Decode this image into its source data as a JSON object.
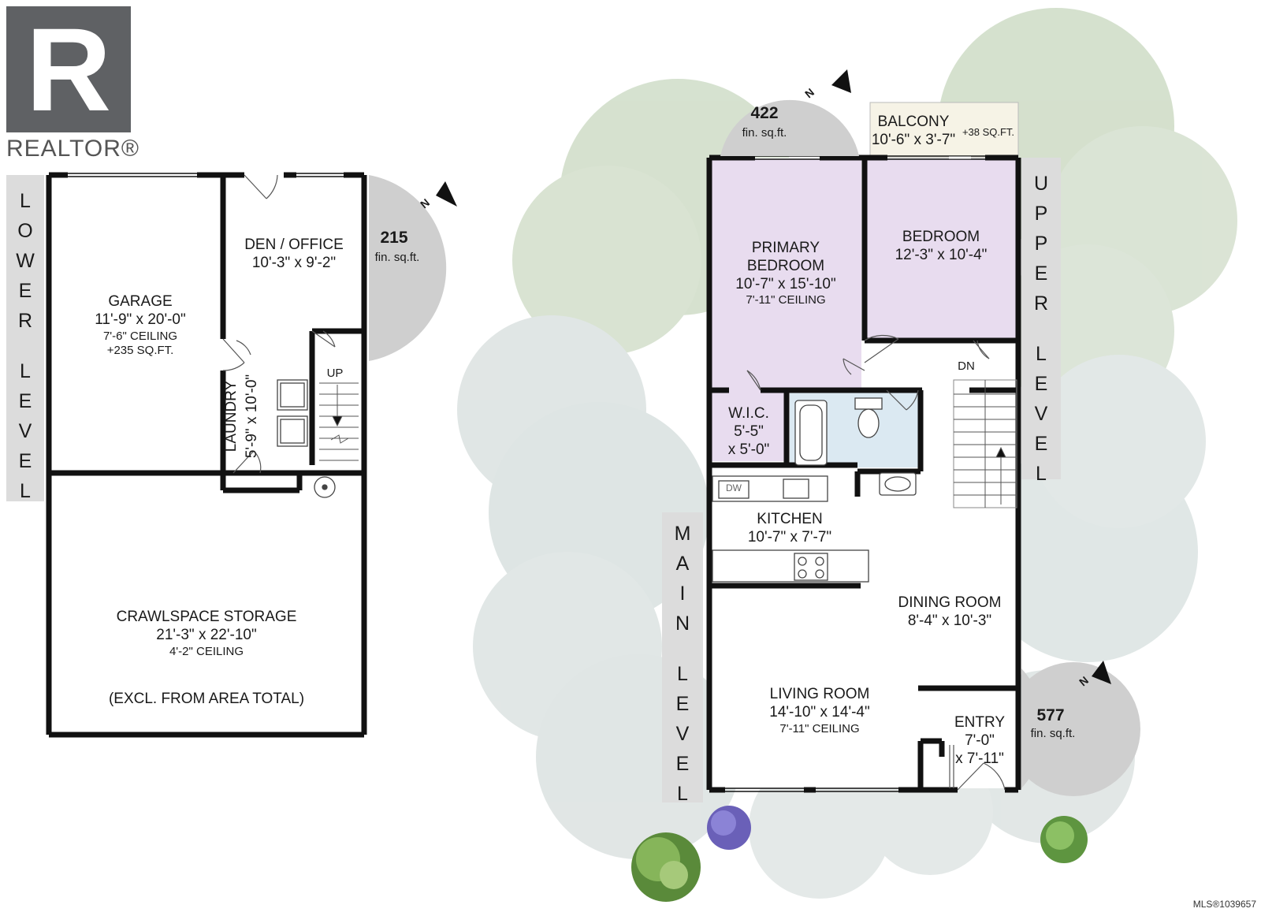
{
  "brand": {
    "logo_letter": "R",
    "wordmark": "REALTOR®",
    "mls": "MLS®1039657"
  },
  "compass_letter": "N",
  "levels": {
    "lower": {
      "word1": "LOWER",
      "word2": "LEVEL",
      "area_value": "215",
      "area_unit": "fin. sq.ft."
    },
    "upper": {
      "word1": "UPPER",
      "word2": "LEVEL",
      "area_value": "422",
      "area_unit": "fin. sq.ft."
    },
    "main": {
      "word1": "MAIN",
      "word2": "LEVEL",
      "area_value": "577",
      "area_unit": "fin. sq.ft."
    }
  },
  "rooms": {
    "garage": {
      "name": "GARAGE",
      "dims": "11'-9\" x 20'-0\"",
      "ceiling": "7'-6\" CEILING",
      "extra": "+235 SQ.FT."
    },
    "den": {
      "name": "DEN / OFFICE",
      "dims": "10'-3\" x 9'-2\""
    },
    "laundry": {
      "name": "LAUNDRY",
      "dims": "5'-9\" x 10'-0\""
    },
    "stairs_up": "UP",
    "crawlspace": {
      "name": "CRAWLSPACE STORAGE",
      "dims": "21'-3\" x 22'-10\"",
      "ceiling": "4'-2\" CEILING",
      "note": "(EXCL. FROM AREA TOTAL)"
    },
    "balcony": {
      "name": "BALCONY",
      "dims": "10'-6\" x 3'-7\"",
      "extra": "+38 SQ.FT."
    },
    "primary_bedroom": {
      "name_line1": "PRIMARY",
      "name_line2": "BEDROOM",
      "dims": "10'-7\" x 15'-10\"",
      "ceiling": "7'-11\" CEILING"
    },
    "bedroom": {
      "name": "BEDROOM",
      "dims": "12'-3\" x 10'-4\""
    },
    "stairs_down": "DN",
    "wic": {
      "name": "W.I.C.",
      "dims_line1": "5'-5\"",
      "dims_line2": "x 5'-0\""
    },
    "dishwasher": "DW",
    "kitchen": {
      "name": "KITCHEN",
      "dims": "10'-7\" x 7'-7\""
    },
    "dining": {
      "name": "DINING ROOM",
      "dims": "8'-4\" x 10'-3\""
    },
    "living": {
      "name": "LIVING ROOM",
      "dims": "14'-10\" x 14'-4\"",
      "ceiling": "7'-11\" CEILING"
    },
    "entry": {
      "name": "ENTRY",
      "dims_line1": "7'-0\"",
      "dims_line2": "x 7'-11\""
    }
  },
  "colors": {
    "wall": "#111111",
    "bedroom_fill": "#e8dcef",
    "bath_fill": "#dbe9f2",
    "balcony_fill": "#f6f3e6",
    "level_bar": "#dcdcdc",
    "compass_disc": "#cfcfcf",
    "tree_green": "#cfdcc8",
    "tree_grey": "#dde3e3"
  }
}
